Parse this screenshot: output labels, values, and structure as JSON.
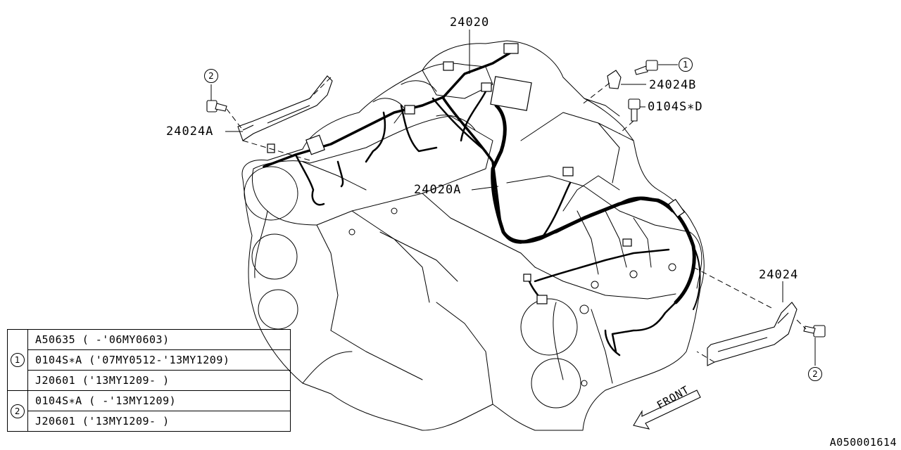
{
  "callouts": {
    "harness_main": "24020",
    "harness_sub": "24020A",
    "bracket_left": "24024A",
    "bracket_right": "24024",
    "bracket_top": "24024B",
    "bolt_top": "0104S∗D"
  },
  "circle_markers": {
    "one": "1",
    "two": "2"
  },
  "reference_table": {
    "groups": [
      {
        "marker": "1",
        "rows": [
          "A50635 ( -'06MY0603)",
          "0104S∗A ('07MY0512-'13MY1209)",
          "J20601  ('13MY1209- )"
        ]
      },
      {
        "marker": "2",
        "rows": [
          "0104S∗A ( -'13MY1209)",
          "J20601  ('13MY1209- )"
        ]
      }
    ]
  },
  "front_label": "FRONT",
  "diagram_code": "A050001614",
  "colors": {
    "line": "#000000",
    "background": "#ffffff"
  }
}
